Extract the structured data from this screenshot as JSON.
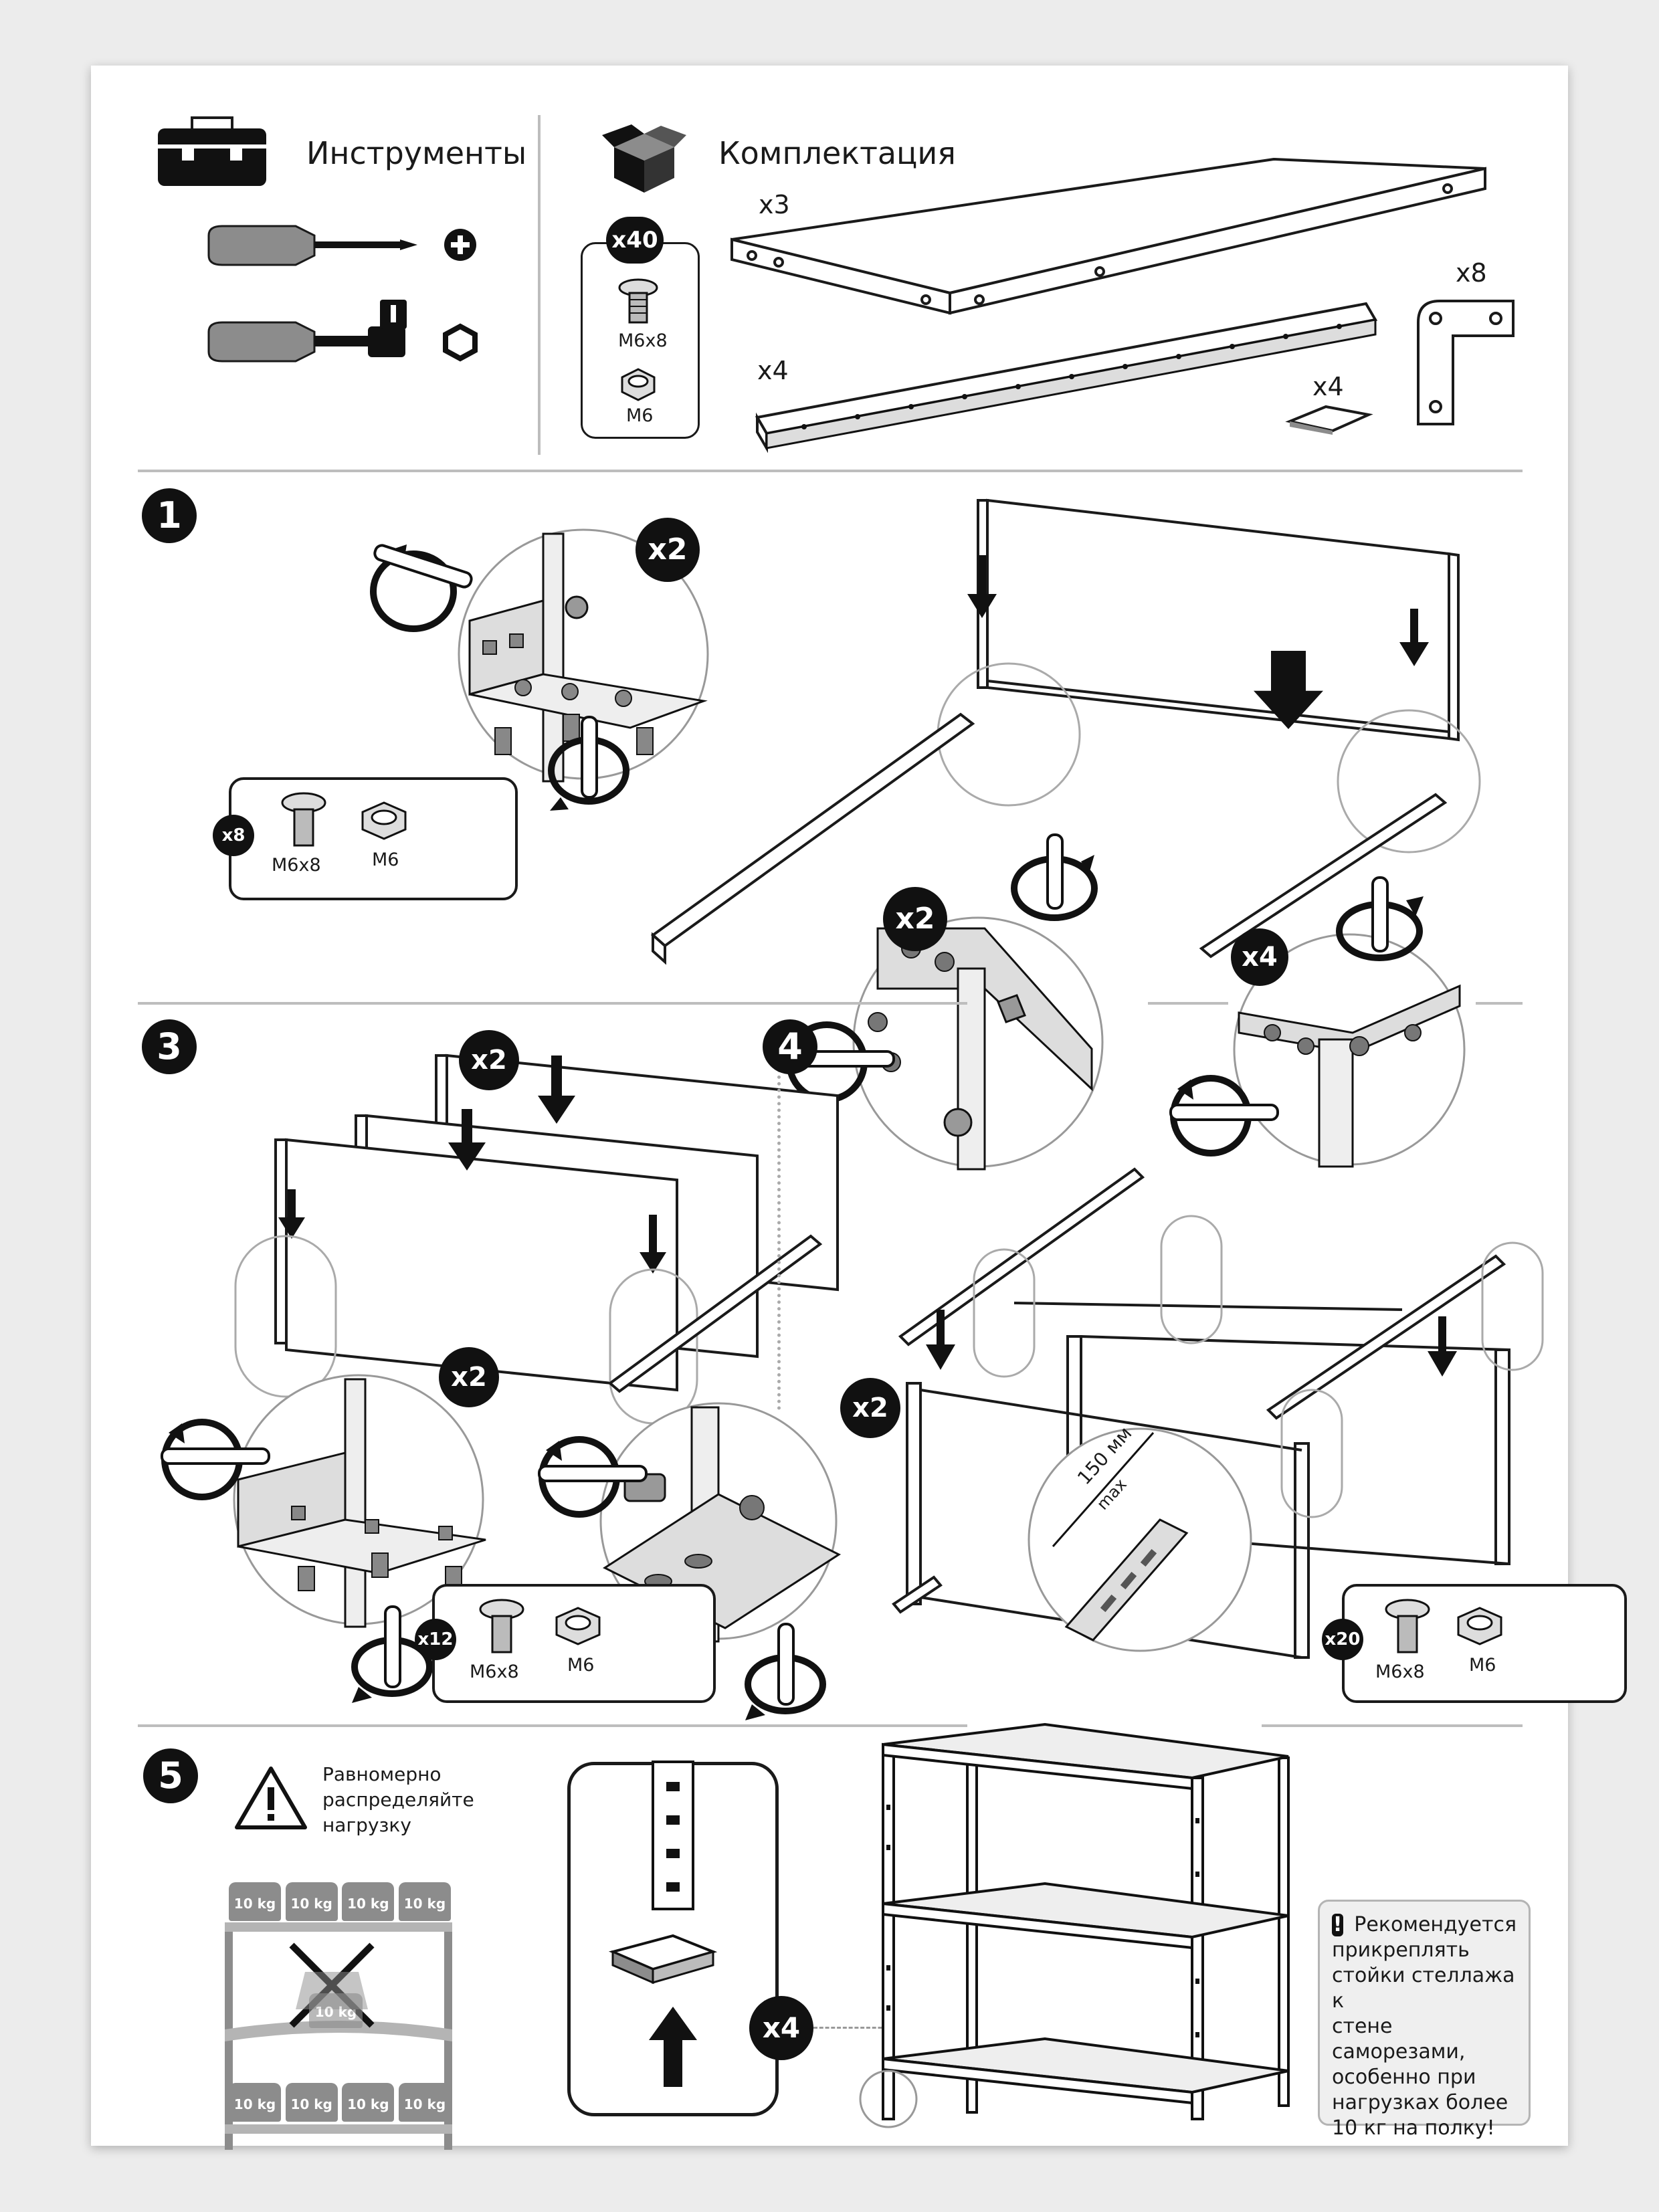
{
  "tools": {
    "title": "Инструменты"
  },
  "kit": {
    "title": "Комплектация",
    "hardware_count": "x40",
    "bolt_label": "M6x8",
    "nut_label": "M6",
    "shelf_qty": "x3",
    "post_qty": "x4",
    "foot_qty": "x4",
    "bracket_qty": "x8"
  },
  "step1": {
    "number": "1",
    "zoom_count": "x2",
    "hw_count": "x8",
    "bolt_label": "M6x8",
    "nut_label": "M6"
  },
  "step2": {
    "zoom_count": "x2"
  },
  "step3": {
    "number": "3",
    "panels_count": "x2",
    "zoom_left_count": "x2",
    "zoom_right_count": "x2",
    "hw_count": "x12",
    "bolt_label": "M6x8",
    "nut_label": "M6"
  },
  "step4": {
    "number": "4",
    "zoom_right_count": "x4",
    "spacing_label": "150 мм",
    "spacing_max": "max",
    "hw_count": "x20",
    "bolt_label": "M6x8",
    "nut_label": "M6"
  },
  "step5": {
    "number": "5",
    "warning_text": [
      "Равномерно",
      "распределяйте",
      "нагрузку"
    ],
    "weight_label": "10 kg",
    "foot_count": "x4",
    "recommendation": [
      "Рекомендуется",
      "прикреплять",
      "стойки стеллажа к",
      "стене саморезами,",
      "особенно при",
      "нагрузках более",
      "10 кг на полку!"
    ]
  },
  "colors": {
    "ink": "#1a1a1a",
    "gray": "#8c8c8c",
    "divider": "#bdbdbd"
  }
}
